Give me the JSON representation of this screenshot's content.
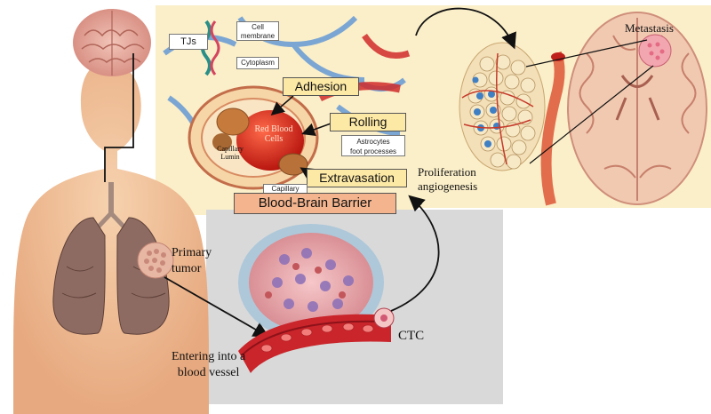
{
  "labels": {
    "tjs": "TJs",
    "cell_membrane": "Cell\nmembrane",
    "cytoplasm": "Cytoplasm",
    "adhesion": "Adhesion",
    "rolling": "Rolling",
    "extravasation": "Extravasation",
    "red_blood_cells": "Red Blood\nCells",
    "capillary_lumen": "Capillary\nLumin",
    "astrocytes": "Astrocytes\nfoot processes",
    "capillary": "Capillary",
    "bbb": "Blood-Brain Barrier",
    "metastasis": "Metastasis",
    "proliferation": "Proliferation\nangiogenesis",
    "primary_tumor": "Primary\ntumor",
    "entering": "Entering  into a\nblood vessel",
    "ctc": "CTC"
  },
  "colors": {
    "panel_cream": "#fbefc9",
    "panel_grey": "#d9d9d9",
    "skin": "#f0c19a",
    "bbb_bar": "#f3b48e",
    "tag_yellow": "#fde9a6",
    "vessel_red": "#c9252b"
  }
}
